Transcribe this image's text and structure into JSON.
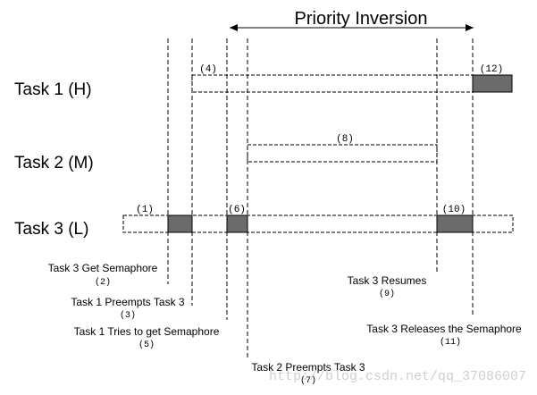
{
  "title": "Priority Inversion",
  "tasks": {
    "t1": "Task 1 (H)",
    "t2": "Task 2 (M)",
    "t3": "Task 3 (L)"
  },
  "markers": {
    "m1": "(1)",
    "m4": "(4)",
    "m6": "(6)",
    "m8": "(8)",
    "m10": "(10)",
    "m12": "(12)"
  },
  "events": {
    "e2": {
      "text": "Task 3 Get Semaphore",
      "num": "(2)"
    },
    "e3": {
      "text": "Task 1 Preempts Task 3",
      "num": "(3)"
    },
    "e5": {
      "text": "Task 1 Tries to get Semaphore",
      "num": "(5)"
    },
    "e7": {
      "text": "Task 2 Preempts Task 3",
      "num": "(7)"
    },
    "e9": {
      "text": "Task 3 Resumes",
      "num": "(9)"
    },
    "e11": {
      "text": "Task 3 Releases the Semaphore",
      "num": "(11)"
    }
  },
  "watermark": "http://blog.csdn.net/qq_37086007",
  "colors": {
    "running": "#6b6b6b",
    "line": "#000000"
  }
}
